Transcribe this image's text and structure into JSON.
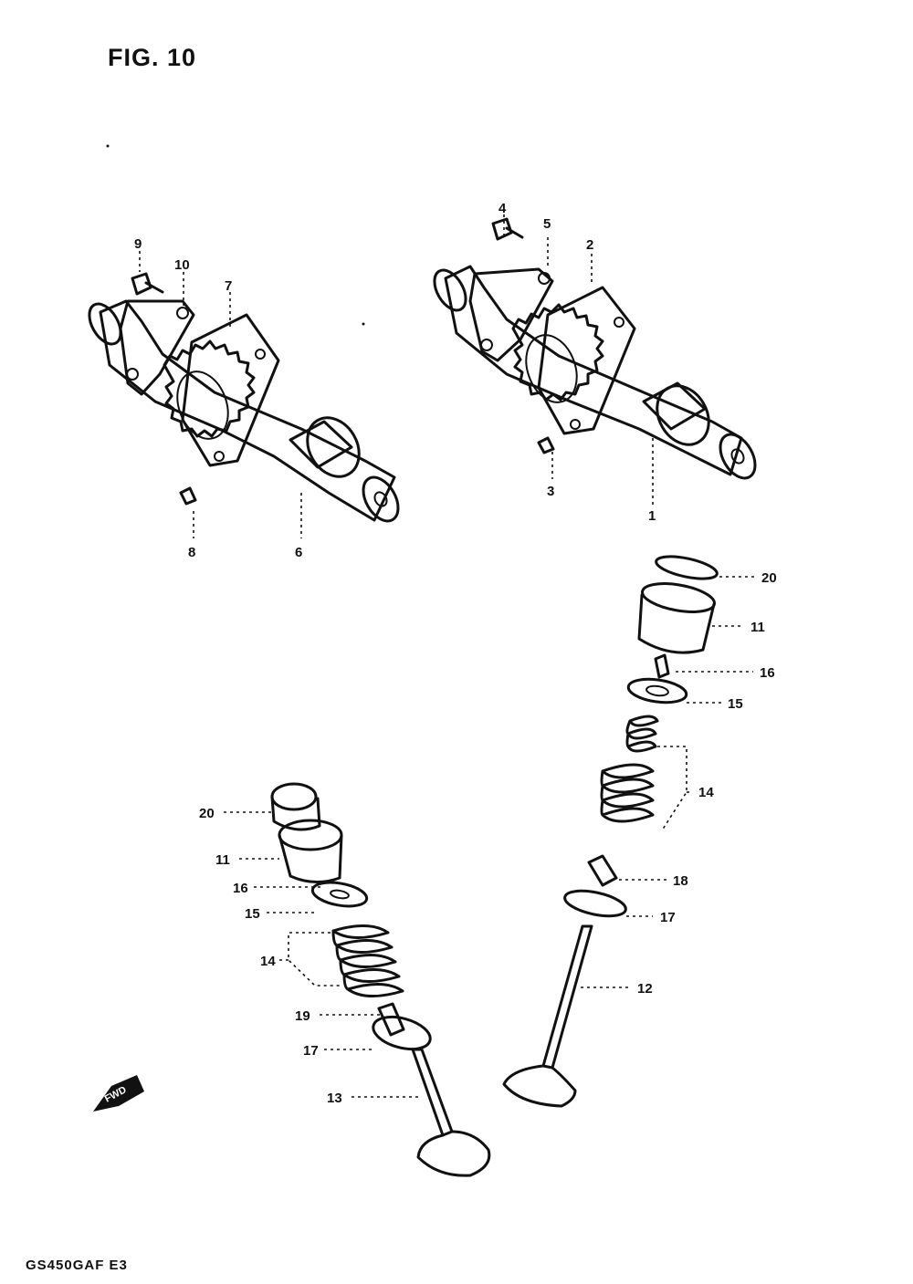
{
  "title": "FIG. 10",
  "model": "GS450GAF E3",
  "direction_arrow": "FWD",
  "callouts": [
    {
      "id": "c1",
      "text": "1"
    },
    {
      "id": "c2",
      "text": "2"
    },
    {
      "id": "c3",
      "text": "3"
    },
    {
      "id": "c4",
      "text": "4"
    },
    {
      "id": "c5",
      "text": "5"
    },
    {
      "id": "c6",
      "text": "6"
    },
    {
      "id": "c7",
      "text": "7"
    },
    {
      "id": "c8",
      "text": "8"
    },
    {
      "id": "c9",
      "text": "9"
    },
    {
      "id": "c10",
      "text": "10"
    },
    {
      "id": "c11a",
      "text": "11"
    },
    {
      "id": "c11b",
      "text": "11"
    },
    {
      "id": "c12",
      "text": "12"
    },
    {
      "id": "c13",
      "text": "13"
    },
    {
      "id": "c14a",
      "text": "14"
    },
    {
      "id": "c14b",
      "text": "14"
    },
    {
      "id": "c15a",
      "text": "15"
    },
    {
      "id": "c15b",
      "text": "15"
    },
    {
      "id": "c16a",
      "text": "16"
    },
    {
      "id": "c16b",
      "text": "16"
    },
    {
      "id": "c17a",
      "text": "17"
    },
    {
      "id": "c17b",
      "text": "17"
    },
    {
      "id": "c18",
      "text": "18"
    },
    {
      "id": "c19",
      "text": "19"
    },
    {
      "id": "c20a",
      "text": "20"
    },
    {
      "id": "c20b",
      "text": "20"
    }
  ]
}
